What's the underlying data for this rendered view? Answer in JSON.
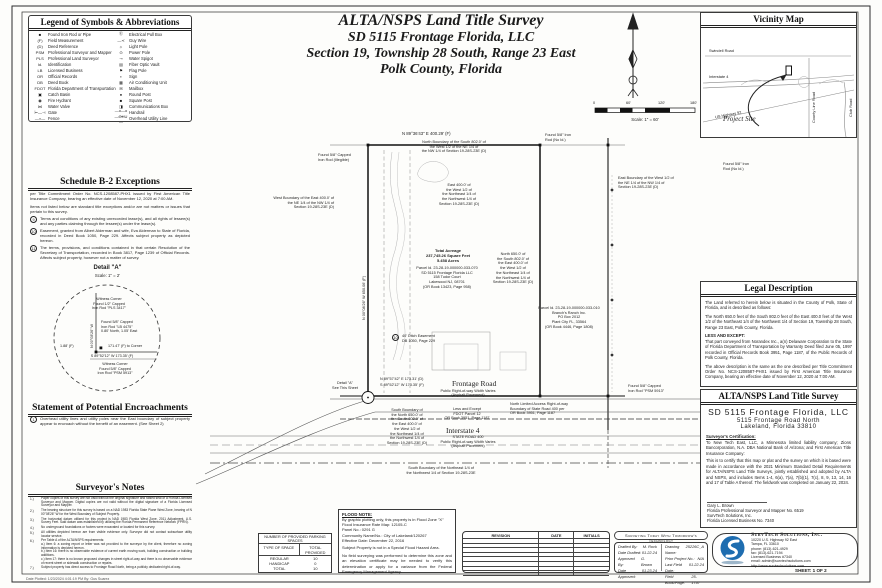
{
  "title_block": {
    "line1": "ALTA/NSPS Land Title Survey",
    "line2": "SD 5115 Frontage Florida, LLC",
    "line3": "Section 19, Township 28 South, Range 23 East",
    "line4": "Polk County, Florida"
  },
  "legend": {
    "title": "Legend of Symbols & Abbreviations",
    "left": [
      {
        "s": "■",
        "t": "Found Iron Rod or Pipe"
      },
      {
        "s": "(F)",
        "t": "Field Measurement"
      },
      {
        "s": "(D)",
        "t": "Deed Reference"
      },
      {
        "s": "PSM",
        "t": "Professional Surveyor and Mapper"
      },
      {
        "s": "PLS",
        "t": "Professional Land Surveyor"
      },
      {
        "s": "Id.",
        "t": "Identification"
      },
      {
        "s": "LB",
        "t": "Licensed Business"
      },
      {
        "s": "OR",
        "t": "Official Records"
      },
      {
        "s": "DB",
        "t": "Deed Book"
      },
      {
        "s": "FDOT",
        "t": "Florida Department of Transportation"
      },
      {
        "s": "▣",
        "t": "Catch Basin"
      },
      {
        "s": "◉",
        "t": "Fire Hydrant"
      },
      {
        "s": "⋈",
        "t": "Water Valve"
      },
      {
        "s": "⊢—⊣",
        "t": "Gate"
      },
      {
        "s": "—×—",
        "t": "Fence"
      }
    ],
    "right": [
      {
        "s": "Ⓔ",
        "t": "Electrical Pull Box"
      },
      {
        "s": "—≺",
        "t": "Guy Wire"
      },
      {
        "s": "☼",
        "t": "Light Pole"
      },
      {
        "s": "⊙",
        "t": "Power Pole"
      },
      {
        "s": "⊸",
        "t": "Water Spigot"
      },
      {
        "s": "▤",
        "t": "Fiber Optic Vault"
      },
      {
        "s": "⚑",
        "t": "Flag Pole"
      },
      {
        "s": "▪",
        "t": "Sign"
      },
      {
        "s": "▦",
        "t": "Air Conditioning Unit"
      },
      {
        "s": "✉",
        "t": "Mailbox"
      },
      {
        "s": "●",
        "t": "Round Post"
      },
      {
        "s": "■",
        "t": "Square Post"
      },
      {
        "s": "◨",
        "t": "Communications Box"
      },
      {
        "s": "—o—o—",
        "t": "Handrail"
      },
      {
        "s": "—OHU—",
        "t": "Overhead Utility Line"
      }
    ]
  },
  "schedule_b2": {
    "title": "Schedule B-2 Exceptions",
    "intro1": "per Title Commitment Order No. NCS-1208587-PHX1 issued by First American Title Insurance Company, bearing an effective date of November 12, 2020 at 7:00 AM.",
    "intro2": "Items not listed below are standard title exceptions and/or are not matters or issues that pertain to this survey.",
    "items": [
      {
        "n": "9",
        "t": "Terms and conditions of any existing unrecorded lease(s), and all rights of lessee(s) and any parties claiming through the lessee(s) under the lease(s)."
      },
      {
        "n": "10",
        "t": "Easement, granted from Albert Alderman and wife, Eva Alderman to State of Florida, recorded in Deed Book 1050, Page 229. Affects subject property as depicted hereon."
      },
      {
        "n": "11",
        "t": "The terms, provisions, and conditions contained in that certain Resolution of the Secretary of Transportation, recorded in Book 3817, Page 1239 of Official Records. Affects subject property, however not a matter of survey."
      }
    ]
  },
  "detail_a": {
    "title": "Detail \"A\"",
    "scale": "Scale: 1\" = 2'",
    "witness1": "Witness Corner\nFound 1/2\" Capped\nIron Rod \"PLS 3417\"",
    "found": "Found 5/8\" Capped\nIron Rod \"LB 4475\"\n0.80' North, 1.05' East",
    "dim1": "1.88' (F)",
    "dim2": "171.47' (F) to Corner",
    "bearing": "S 89°52'12\" W  173.35' (F)",
    "witness2": "Witness Corner\nFound 5/8\" Capped\nIron Rod \"PSM 5913\"",
    "vert": "N 00°08'26\" W"
  },
  "encroachments": {
    "title": "Statement of Potential Encroachments",
    "item1": "Overhead utility lines and utility poles near the East boundary of subject property appear to encroach without the benefit of an easement. (See Sheet 2)"
  },
  "notes": {
    "title": "Surveyor's Notes",
    "items": [
      {
        "n": "1.)",
        "t": "Paper copies of this survey are not valid without the original signature and raised seal of a Florida Licensed Surveyor and Mapper. Digital copies are not valid without the digital signature of a Florida Licensed Surveyor and Mapper."
      },
      {
        "n": "2.)",
        "t": "The bearing structure for this survey is based on a NAD 1983 Florida State Plane West Zone, bearing of N 00°08'26\" W for the West Boundary of Subject Property."
      },
      {
        "n": "3.)",
        "t": "The horizontal datum utilized for this project is NAD 1983 Florida West Zone, 2011 Adjustment, U.S. Survey Feet. Said datum was established by utilizing the Florida Permanent Reference Network (FPRN)."
      },
      {
        "n": "4.)",
        "t": "No underground foundations or footers were excavated or located for this survey."
      },
      {
        "n": "5.)",
        "t": "All utilities depicted hereon are from visible evidence only. Surveyor did not contact subsurface utility locator service."
      },
      {
        "n": "6.)",
        "t": "Per Table A of the ALTA/NSPS requirements:\na.) Item 6: a zoning report or letter was not provided to the surveyor by the client, therefore no zoning information is depicted hereon.\nb.) Item 16: there is no observable evidence of current earth moving work, building construction or building additions.\nc.) Item 17: there is no known proposed changes in street right-of-way and there is no observable evidence of recent street or sidewalk construction or repairs."
      },
      {
        "n": "7.)",
        "t": "Subject property has direct access to Frontage Road North, being a publicly dedicated right-of-way."
      }
    ]
  },
  "north_scale": {
    "ticks": [
      "0",
      "60'",
      "120'",
      "180'"
    ],
    "caption": "Scale: 1\" = 60'"
  },
  "vicinity": {
    "title": "Vicinity Map",
    "swindell": "Swindell Road",
    "interstate": "Interstate 4",
    "us92": "US Highway 92",
    "county_line": "County Line Road",
    "club": "Club Road",
    "project_site": "Project Site"
  },
  "drawing": {
    "dim_top": "N 89°36'43\" E  400.29' (F)",
    "north_boundary": "North Boundary of the South 802.0' of\nthe West 1/2 of the NE 1/4 of\nthe NW 1/4 of Section 19-28S-23E (D)",
    "found_nw": "Found 5/8\" Capped\nIron Rod (Illegible)",
    "found_ne": "Found 5/8\" Iron\nRod (No Id.)",
    "found_ne2": "Found 5/8\" Iron\nRod (No Id.)",
    "found_se": "Found 5/8\" Capped\nIron Rod \"PSM 5913\"",
    "west_boundary": "West Boundary of the East 400.0' of\nthe NE 1/4 of the NW 1/4 of\nSection 19-28S-23E (D)",
    "west_dim": "N 00°08'26\" W  650.06' (F)",
    "east400": "East 400.0' of\nthe West 1/2 of\nthe Northeast 1/4 of\nthe Northwest 1/4 of\nSection 19-28S-23E (D)",
    "east_boundary": "East Boundary of the West 1/2 of\nthe NE 1/4 of the NW 1/4 of\nSection 19-28S-23E (D)",
    "total_block": "Total Acreage\n237,745.26 Square Feet\n5.458 Acres",
    "owner_block": "Parcel Id. 23-28-19-000000-033-070\nSD 5115 Frontage Florida LLC\n158 Tudor Court\nLakewood NJ, 08701\n(OR Book 13423, Page 958)",
    "north650": "North 650.0' of\nthe South 802.0' of\nthe East 400.0' of\nthe West 1/2 of\nthe Northeast 1/4 of\nthe Northwest 1/4 of\nSection 19-28S-23E (D)",
    "neighbor_block": "Parcel Id. 23-28-19-000000-033-010\nBranch's Ranch Inc.\nPO Box 2012\nPlant City FL, 33564\n(OR Book 4446, Page 1808)",
    "ditch_num": "10",
    "ditch": "40' Ditch Easement\nDB 1050, Page 229",
    "bearing_d": "N 89°57'42\" E  173.31' (D)",
    "bearing_f": "S 89°52'12\" W  173.35' (F)",
    "detail_ref": "Detail \"A\"\nSee This Sheet",
    "frontage_road": "Frontage Road",
    "frontage_sub": "Public Right-of-way Width Varies\n(Asphalt Pavement)",
    "less_except": "Less and Except\nFDOT Parcel 12\nOR Book 3951, Page 1187",
    "limited_access": "North Limited Access Right-of-way\nBoundary of State Road 400 per\nOR Book 3951, Page 1187",
    "south_boundary": "South Boundary of\nthe North 650.0' of\nthe South 802.0' of\nthe East 400.0' of\nthe West 1/2 of\nthe Northeast 1/4 of\nthe Northwest 1/4 of\nSection 19-28S-23E (D)",
    "i4": "Interstate 4",
    "i4_sub": "STATE ROAD 400\nPublic Right-of-way Width Varies\n(Asphalt Pavement)",
    "section_south": "South Boundary of the Northeast 1/4 of\nthe Northwest 1/4 of Section 19-28S-23E"
  },
  "legal": {
    "title": "Legal Description",
    "p1": "The Land referred to herein below is situated in the County of Polk, State of Florida, and is described as follows:",
    "p2": "The North 650.0 feet of the South 802.0 feet of the East 400.0 feet of the West 1/2 of the Northeast 1/4 of the Northwest 1/4 of Section 19, Township 28 South, Range 23 East, Polk County, Florida.",
    "less_label": "LESS AND EXCEPT:",
    "p3": "That part conveyed from Norandex Inc., a(n) Delaware Corporation to the State of Florida Department of Transportation by Warranty Deed filed June 05, 1997 recorded in Official Records Book 3951, Page 1187, of the Public Records of Polk County, Florida.",
    "p4": "The above description is the same as the one described per Title Commitment Order No. NCS-1208587-PHX1 issued by First American Title Insurance Company, bearing an effective date of November 12, 2020 at 7:00 AM."
  },
  "survey_info": {
    "header": "ALTA/NSPS Land Title Survey",
    "company": "SD 5115 Frontage Florida, LLC",
    "addr1": "5115 Frontage Road North",
    "addr2": "Lakeland, Florida 33810",
    "cert_title": "Surveyor's Certification:",
    "cert_p1": "To New Tech East, LLC, a Minnesota limited liability company; Zions Bancorporation, N.A. DBA National Bank of Arizona; and First American Title Insurance Company:",
    "cert_p2": "This is to certify that this map or plat and the survey on which it is based were made in accordance with the 2021 Minimum Standard Detail Requirements for ALTA/NSPS Land Title Surveys, jointly established and adopted by ALTA and NSPS, and includes Items 1-4, 6(a), 7(a), 7(b)(1), 7(c), 8, 9, 13, 14, 16 and 17 of Table A thereof. The fieldwork was completed on January 22, 2024.",
    "signer_name": "Gary L. Brown",
    "signer_title": "Florida Professional Surveyor and Mapper No. 6519",
    "signer_co": "SurvTech Solutions, Inc.",
    "signer_lb": "Florida Licensed Business No. 7340"
  },
  "flood": {
    "title": "FLOOD NOTE:",
    "lines": [
      "By graphic plotting only, this property is in Flood Zone \"X\"",
      "Flood Insurance Rate Map: 12105-C",
      "Panel No.: 0291 G",
      "Community Name/No.: City of Lakeland/120267",
      "Effective Date: December 22, 2016"
    ],
    "p2": "Subject Property is not in a Special Flood Hazard Area.",
    "p3": "No field surveying was performed to determine this zone and an elevation certificate may be needed to verify this determination or apply for a variance from the Federal Emergency Management Agency."
  },
  "parking": {
    "title": "NUMBER OF PROVIDED PARKING SPACES",
    "col1": "TYPE OF SPACE",
    "col2": "TOTAL PROVIDED",
    "rows": [
      {
        "type": "REGULAR",
        "total": "10"
      },
      {
        "type": "HANDICAP",
        "total": "0"
      },
      {
        "type": "TOTAL",
        "total": "10"
      }
    ]
  },
  "revisions": {
    "headers": [
      "REVISION",
      "DATE",
      "INITIALS"
    ],
    "rows": [
      "",
      "",
      "",
      "",
      "",
      "",
      "",
      ""
    ]
  },
  "drafting": {
    "pill": "Surveying Today With Tomorrow's Technology",
    "left": [
      {
        "k": "Drafted By:",
        "v": "M. Rock"
      },
      {
        "k": "Date Drafted:",
        "v": "01.22.24"
      },
      {
        "k": "Approved By:",
        "v": "G. Brown"
      },
      {
        "k": "Date Approved:",
        "v": "01.23.24"
      }
    ],
    "right": [
      {
        "k": "Drawing Name:",
        "v": "25226C_A"
      },
      {
        "k": "Prior Project No.:",
        "v": "N/A"
      },
      {
        "k": "Last Field Date:",
        "v": "01.22.24"
      },
      {
        "k": "Field Book/Page:",
        "v": "25-1747"
      }
    ]
  },
  "company": {
    "name": "SurvTech Solutions, Inc.",
    "lines": [
      "10220 U.S. Highway 92 East",
      "Tampa, FL 33610",
      "phone: (813)-621-4929",
      "fax: (813)-621-7194",
      "Licensed Business #7340",
      "email: admin@survtechsolutions.com",
      "http://www.survtechsolutions.com"
    ],
    "logo_color": "#1e6db0"
  },
  "footer": {
    "sheet": "SHEET: 1 OF 2",
    "plot_stamp": "Date Plotted: 1/23/2024 4:01:19 PM   By: Gus Suarez"
  }
}
